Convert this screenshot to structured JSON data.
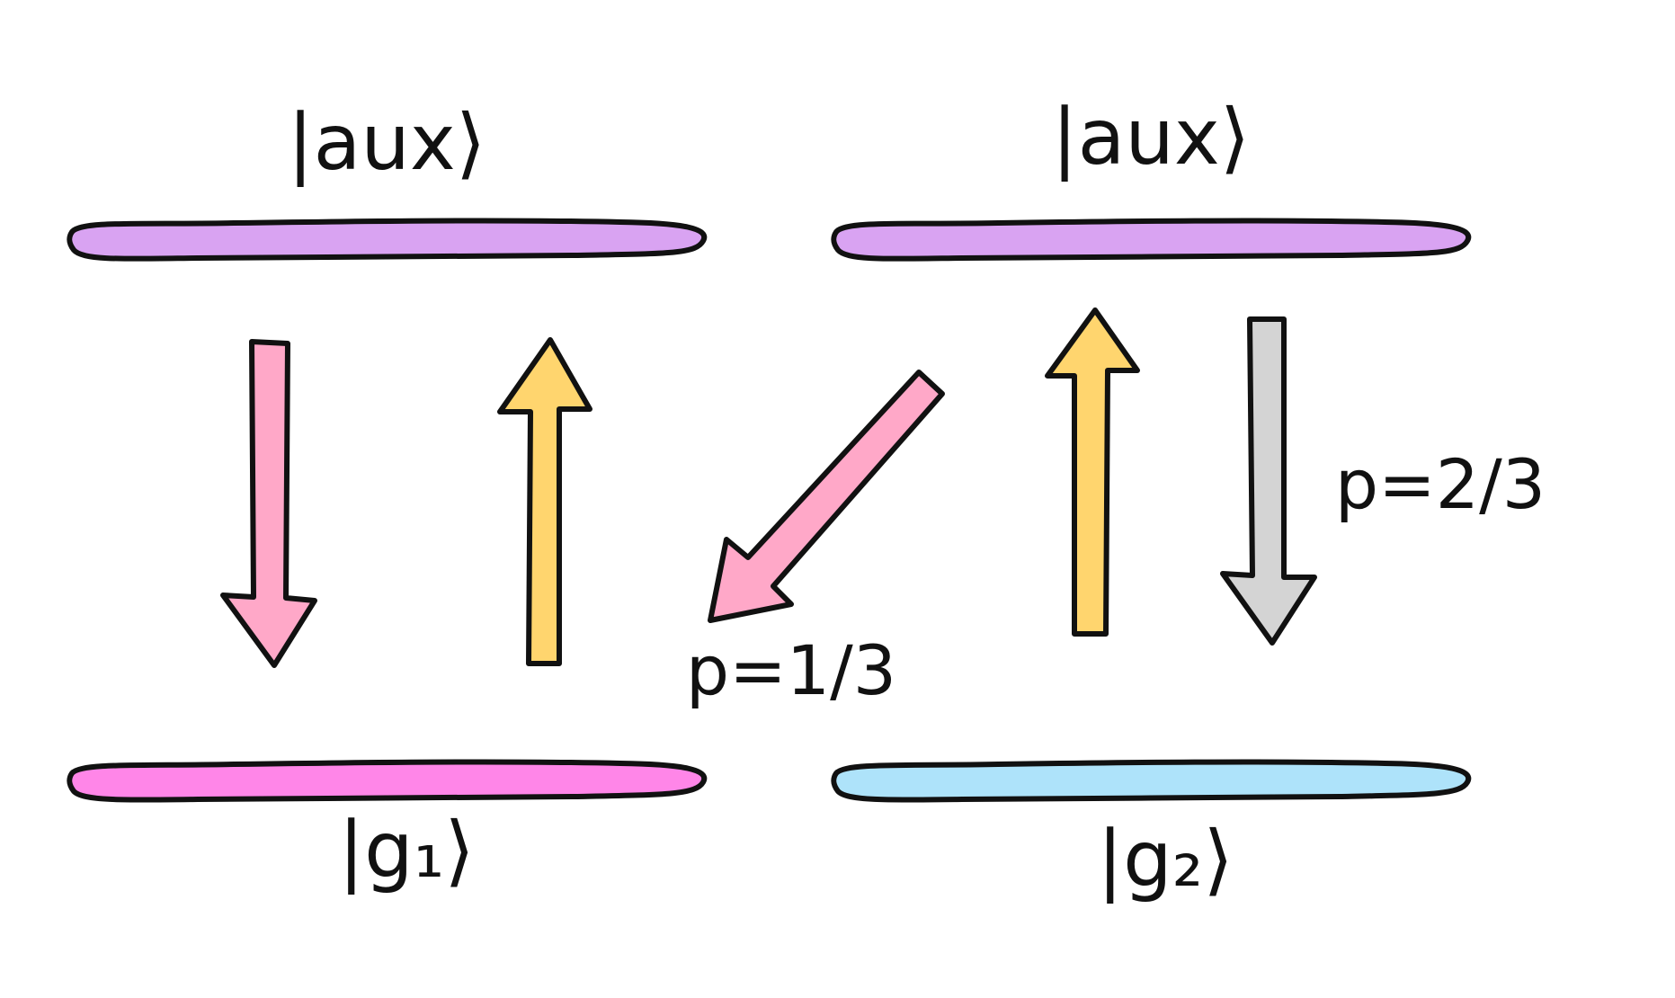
{
  "labels": {
    "left_aux": "|aux⟩",
    "right_aux": "|aux⟩",
    "left_ground": "|g₁⟩",
    "right_ground": "|g₂⟩",
    "prob_diagonal": "p=1/3",
    "prob_gray": "p=2/3"
  },
  "colors": {
    "aux_level": "#D9A3F2",
    "g1_level": "#FF86E8",
    "g2_level": "#AEE3FA",
    "decay_arrow": "#FFA8C8",
    "excite_arrow": "#FFD56E",
    "gray_arrow": "#D4D4D4",
    "outline": "#111111"
  },
  "arrows": [
    {
      "name": "left-decay-arrow",
      "kind": "decay",
      "direction": "down"
    },
    {
      "name": "left-excite-arrow",
      "kind": "excite",
      "direction": "up"
    },
    {
      "name": "diagonal-decay-arrow",
      "kind": "decay",
      "direction": "down-left"
    },
    {
      "name": "right-excite-arrow",
      "kind": "excite",
      "direction": "up"
    },
    {
      "name": "gray-decay-arrow",
      "kind": "gray",
      "direction": "down"
    }
  ]
}
